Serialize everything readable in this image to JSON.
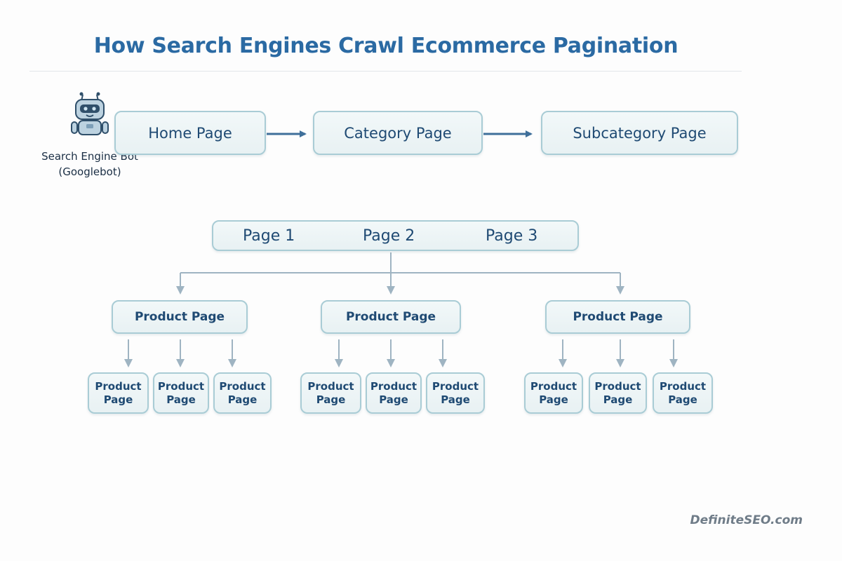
{
  "title": "How Search Engines Crawl Ecommerce Pagination",
  "bot": {
    "icon": "robot-icon",
    "label_line1": "Search Engine Bot",
    "label_line2": "(Googlebot)"
  },
  "top_flow": {
    "home": "Home Page",
    "category": "Category Page",
    "subcategory": "Subcategory Page"
  },
  "pagination": {
    "page1": "Page 1",
    "page2": "Page 2",
    "page3": "Page 3"
  },
  "product_groups": [
    {
      "parent": "Product Page",
      "children": [
        "Product Page",
        "Product Page",
        "Product Page"
      ]
    },
    {
      "parent": "Product Page",
      "children": [
        "Product Page",
        "Product Page",
        "Product Page"
      ]
    },
    {
      "parent": "Product Page",
      "children": [
        "Product Page",
        "Product Page",
        "Product Page"
      ]
    }
  ],
  "watermark": "DefiniteSEO.com",
  "colors": {
    "title": "#2b6aa3",
    "box_border": "#a9ccd5",
    "box_fill": "#eef5f7",
    "arrow_dark": "#3f6f9a",
    "arrow_light": "#9fb4c2",
    "text": "#1f4a73"
  }
}
